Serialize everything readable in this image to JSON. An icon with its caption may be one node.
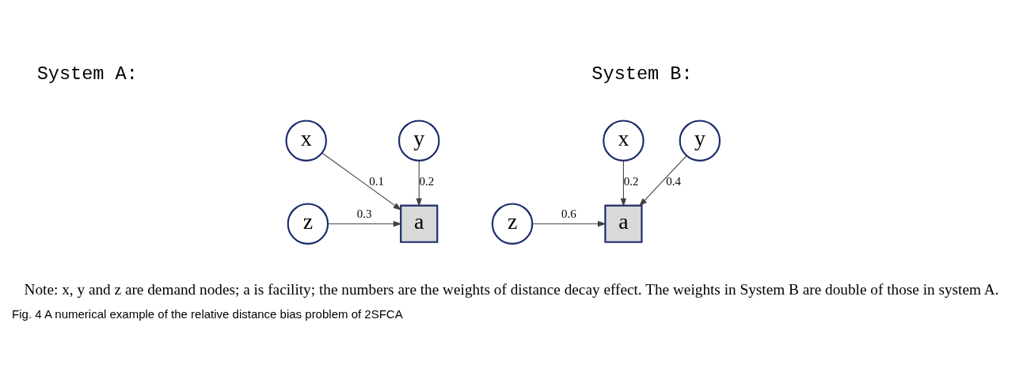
{
  "diagram": {
    "caption": "Fig. 4 A numerical example of the relative distance bias problem of 2SFCA",
    "nodes": [
      {
        "text": [
          "x"
        ]
      },
      {
        "text": [
          "a"
        ]
      },
      {
        "text": [
          "z"
        ]
      },
      {
        "text": [
          "y"
        ]
      },
      {
        "text": [
          "x"
        ]
      },
      {
        "text": [
          "a"
        ]
      },
      {
        "text": [
          "z"
        ]
      },
      {
        "text": [
          "y"
        ]
      }
    ],
    "edges": [
      {
        "from": 0,
        "to": 1,
        "arrow": "to",
        "label": "0.1"
      },
      {
        "from": 2,
        "to": 1,
        "arrow": "to",
        "label": "0.3"
      },
      {
        "from": 3,
        "to": 1,
        "arrow": "to",
        "label": "0.2"
      },
      {
        "from": 4,
        "to": 5,
        "arrow": "to",
        "label": "0.2"
      },
      {
        "from": 6,
        "to": 5,
        "arrow": "to",
        "label": "0.6"
      },
      {
        "from": 7,
        "to": 5,
        "arrow": "to",
        "label": "0.4"
      }
    ],
    "labels": [
      "System A:",
      "System B:",
      "Note: x, y and z are demand nodes; a is facility; the numbers are the weights of distance decay effect. The weights in System B are double of those in system A."
    ]
  }
}
